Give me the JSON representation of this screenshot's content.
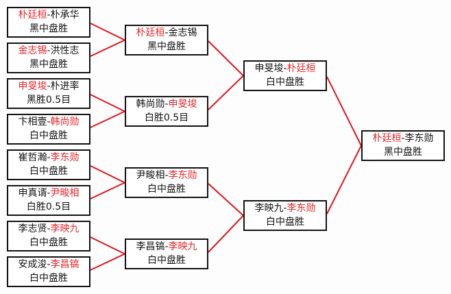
{
  "colors": {
    "winner": "#e8262b",
    "line": "#e0141c"
  },
  "rounds": [
    [
      {
        "p1": "朴廷桓",
        "p2": "朴承华",
        "winner": 1,
        "result": "黑中盘胜"
      },
      {
        "p1": "金志锡",
        "p2": "洪性志",
        "winner": 1,
        "result": "黑中盘胜"
      },
      {
        "p1": "申旻埈",
        "p2": "朴进率",
        "winner": 1,
        "result": "黑胜0.5目"
      },
      {
        "p1": "卞相壹",
        "p2": "韩尚勋",
        "winner": 2,
        "result": "白中盘胜"
      },
      {
        "p1": "崔哲瀚",
        "p2": "李东勋",
        "winner": 2,
        "result": "白中盘胜"
      },
      {
        "p1": "申真谞",
        "p2": "尹畯相",
        "winner": 2,
        "result": "白胜0.5目"
      },
      {
        "p1": "李志贤",
        "p2": "李映九",
        "winner": 2,
        "result": "白中盘胜"
      },
      {
        "p1": "安成浚",
        "p2": "李昌镐",
        "winner": 2,
        "result": "白中盘胜"
      }
    ],
    [
      {
        "p1": "朴廷桓",
        "p2": "金志锡",
        "winner": 1,
        "result": "黑中盘胜"
      },
      {
        "p1": "韩尚勋",
        "p2": "申旻埈",
        "winner": 2,
        "result": "白胜0.5目"
      },
      {
        "p1": "尹畯相",
        "p2": "李东勋",
        "winner": 2,
        "result": "白中盘胜"
      },
      {
        "p1": "李昌镐",
        "p2": "李映九",
        "winner": 2,
        "result": "白中盘胜"
      }
    ],
    [
      {
        "p1": "申旻埈",
        "p2": "朴廷桓",
        "winner": 2,
        "result": "白中盘胜"
      },
      {
        "p1": "李映九",
        "p2": "李东勋",
        "winner": 2,
        "result": "白中盘胜"
      }
    ],
    [
      {
        "p1": "朴廷桓",
        "p2": "李东勋",
        "winner": 1,
        "result": "黑中盘胜"
      }
    ]
  ],
  "separator": "-"
}
